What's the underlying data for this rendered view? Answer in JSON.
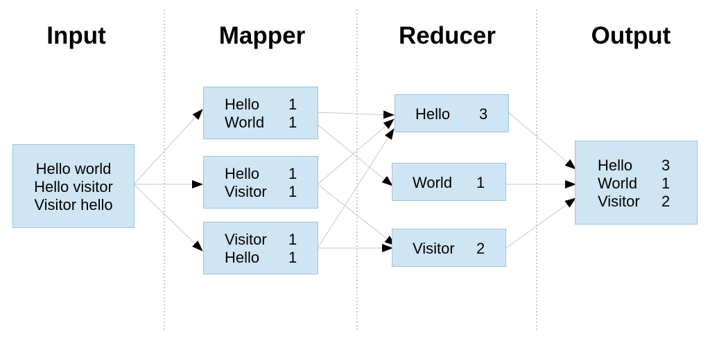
{
  "headers": {
    "input": "Input",
    "mapper": "Mapper",
    "reducer": "Reducer",
    "output": "Output"
  },
  "input_box": {
    "lines": [
      "Hello world",
      "Hello visitor",
      "Visitor hello"
    ]
  },
  "mappers": [
    {
      "rows": [
        {
          "word": "Hello",
          "count": "1"
        },
        {
          "word": "World",
          "count": "1"
        }
      ]
    },
    {
      "rows": [
        {
          "word": "Hello",
          "count": "1"
        },
        {
          "word": "Visitor",
          "count": "1"
        }
      ]
    },
    {
      "rows": [
        {
          "word": "Visitor",
          "count": "1"
        },
        {
          "word": "Hello",
          "count": "1"
        }
      ]
    }
  ],
  "reducers": [
    {
      "word": "Hello",
      "count": "3"
    },
    {
      "word": "World",
      "count": "1"
    },
    {
      "word": "Visitor",
      "count": "2"
    }
  ],
  "output_box": {
    "rows": [
      {
        "word": "Hello",
        "count": "3"
      },
      {
        "word": "World",
        "count": "1"
      },
      {
        "word": "Visitor",
        "count": "2"
      }
    ]
  },
  "colors": {
    "box_fill": "#d0e5f3",
    "box_border": "#9cc4de",
    "connector": "#c8c8c8",
    "arrowhead": "#000000",
    "divider": "#999999"
  }
}
